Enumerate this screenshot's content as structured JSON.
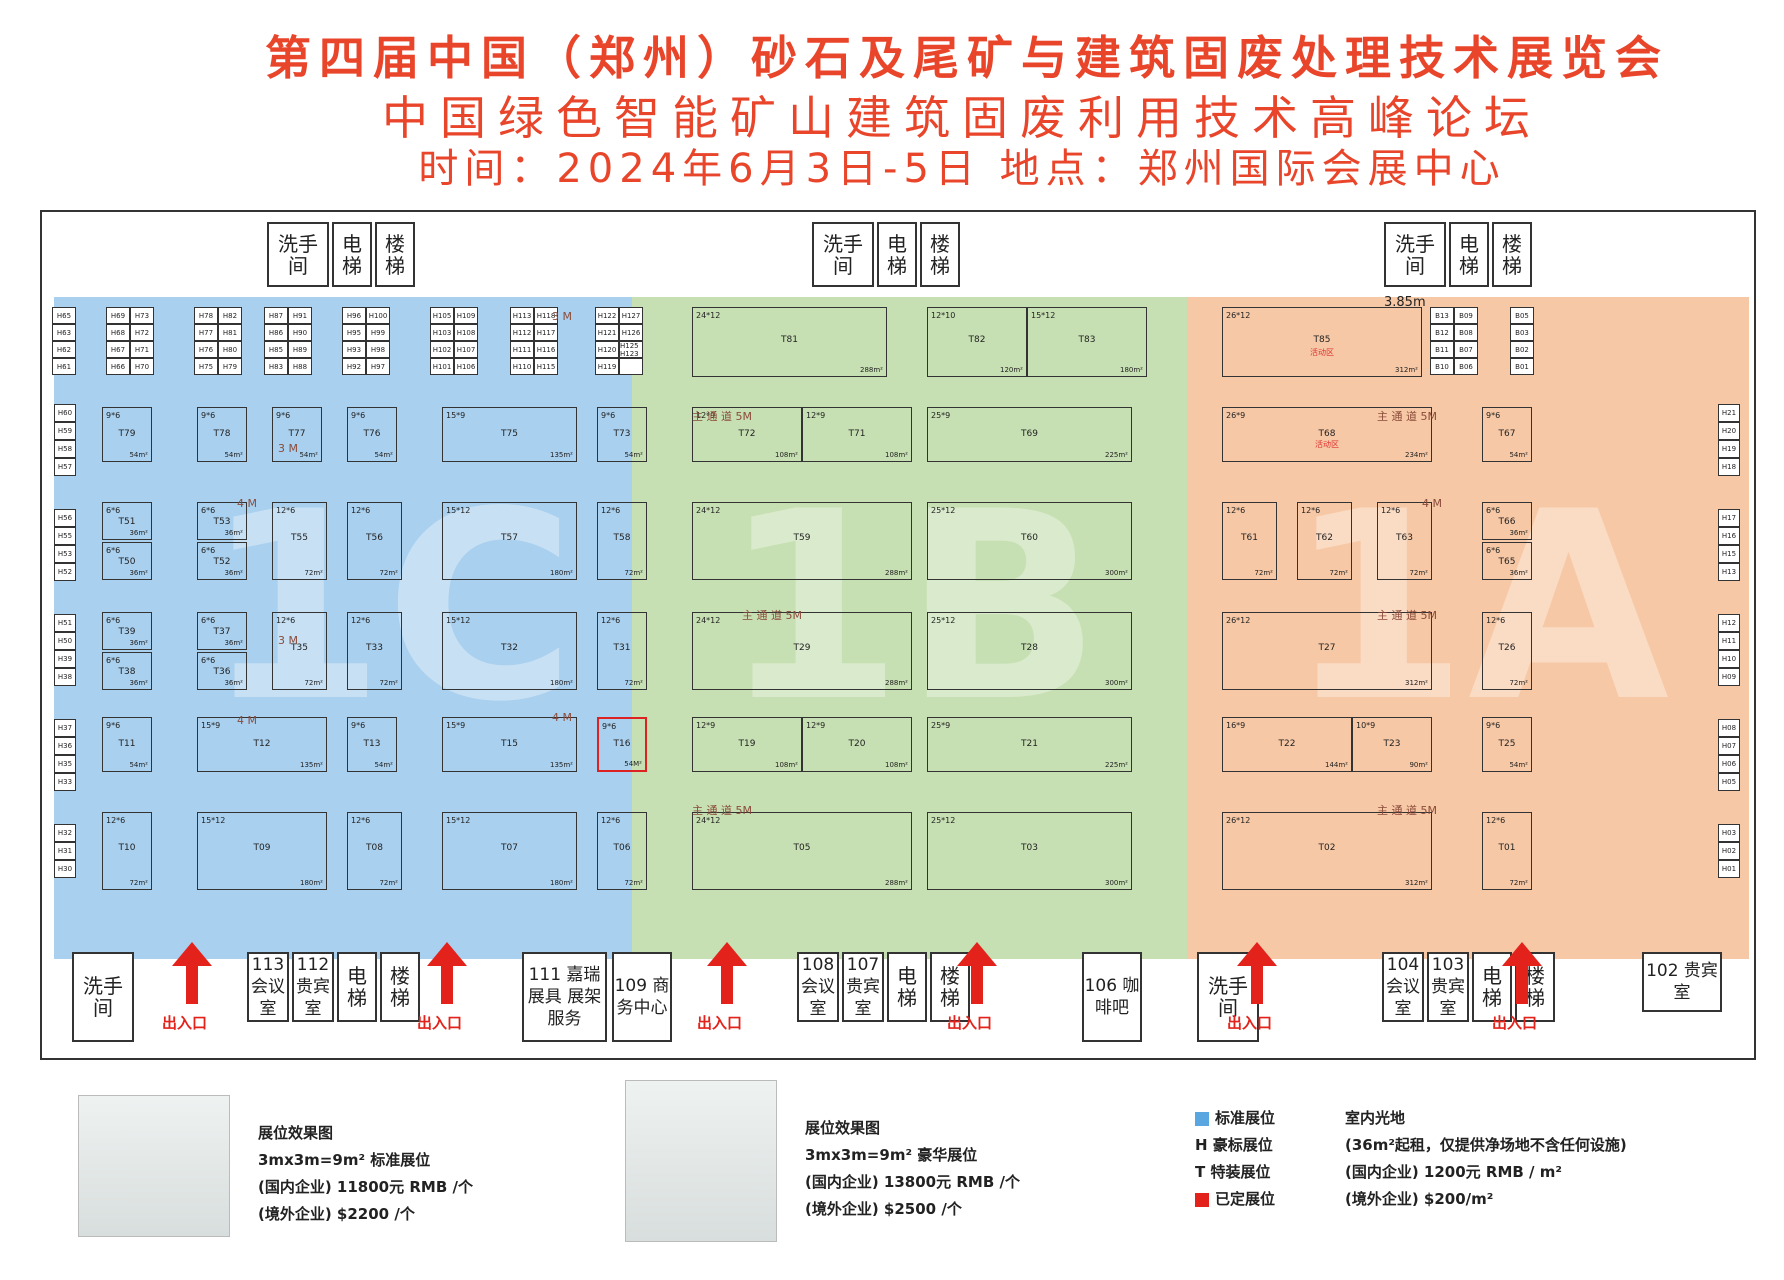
{
  "header": {
    "title": "第四届中国（郑州）砂石及尾矿与建筑固废处理技术展览会",
    "subtitle": "中国绿色智能矿山建筑固废利用技术高峰论坛",
    "datetime": "时间：2024年6月3日-5日  地点：郑州国际会展中心"
  },
  "zones": {
    "c": "1C",
    "b": "1B",
    "a": "1A"
  },
  "rooms": {
    "top_restroom": "洗手间",
    "elevator": "电梯",
    "stairs": "楼梯",
    "r113": "113 会议室",
    "r112": "112 贵宾室",
    "r111": "111 嘉瑞展具 展架服务",
    "r109": "109 商务中心",
    "r108": "108 会议室",
    "r107": "107 贵宾室",
    "r106": "106 咖啡吧",
    "r104": "104 会议室",
    "r103": "103 贵宾室",
    "r102": "102 贵宾室",
    "exit": "出入口"
  },
  "height_mark": "3.85m",
  "booths": [
    {
      "id": "T81",
      "size": "24*12",
      "area": "288m²"
    },
    {
      "id": "T82",
      "size": "12*10",
      "area": "120m²"
    },
    {
      "id": "T83",
      "size": "15*12",
      "area": "180m²"
    },
    {
      "id": "T85",
      "size": "26*12",
      "area": "312m²",
      "note": "活动区"
    },
    {
      "id": "T79",
      "size": "9*6",
      "area": "54m²"
    },
    {
      "id": "T78",
      "size": "9*6",
      "area": "54m²"
    },
    {
      "id": "T77",
      "size": "9*6",
      "area": "54m²"
    },
    {
      "id": "T76",
      "size": "9*6",
      "area": "54m²"
    },
    {
      "id": "T75",
      "size": "15*9",
      "area": "135m²"
    },
    {
      "id": "T73",
      "size": "9*6",
      "area": "54m²"
    },
    {
      "id": "T72",
      "size": "12*9",
      "area": "108m²"
    },
    {
      "id": "T71",
      "size": "12*9",
      "area": "108m²"
    },
    {
      "id": "T69",
      "size": "25*9",
      "area": "225m²"
    },
    {
      "id": "T68",
      "size": "26*9",
      "area": "234m²",
      "note": "活动区"
    },
    {
      "id": "T67",
      "size": "9*6",
      "area": "54m²"
    },
    {
      "id": "T51",
      "size": "6*6",
      "area": "36m²"
    },
    {
      "id": "T50",
      "size": "6*6",
      "area": "36m²"
    },
    {
      "id": "T53",
      "size": "6*6",
      "area": "36m²"
    },
    {
      "id": "T52",
      "size": "6*6",
      "area": "36m²"
    },
    {
      "id": "T55",
      "size": "12*6",
      "area": "72m²"
    },
    {
      "id": "T56",
      "size": "12*6",
      "area": "72m²"
    },
    {
      "id": "T57",
      "size": "15*12",
      "area": "180m²"
    },
    {
      "id": "T58",
      "size": "12*6",
      "area": "72m²"
    },
    {
      "id": "T59",
      "size": "24*12",
      "area": "288m²"
    },
    {
      "id": "T60",
      "size": "25*12",
      "area": "300m²"
    },
    {
      "id": "T61",
      "size": "12*6",
      "area": "72m²"
    },
    {
      "id": "T62",
      "size": "12*6",
      "area": "72m²"
    },
    {
      "id": "T63",
      "size": "12*6",
      "area": "72m²"
    },
    {
      "id": "T66",
      "size": "6*6",
      "area": "36m²"
    },
    {
      "id": "T65",
      "size": "6*6",
      "area": "36m²"
    },
    {
      "id": "T39",
      "size": "6*6",
      "area": "36m²"
    },
    {
      "id": "T38",
      "size": "6*6",
      "area": "36m²"
    },
    {
      "id": "T37",
      "size": "6*6",
      "area": "36m²"
    },
    {
      "id": "T36",
      "size": "6*6",
      "area": "36m²"
    },
    {
      "id": "T35",
      "size": "12*6",
      "area": "72m²"
    },
    {
      "id": "T33",
      "size": "12*6",
      "area": "72m²"
    },
    {
      "id": "T32",
      "size": "15*12",
      "area": "180m²"
    },
    {
      "id": "T31",
      "size": "12*6",
      "area": "72m²"
    },
    {
      "id": "T29",
      "size": "24*12",
      "area": "288m²"
    },
    {
      "id": "T28",
      "size": "25*12",
      "area": "300m²"
    },
    {
      "id": "T27",
      "size": "26*12",
      "area": "312m²"
    },
    {
      "id": "T26",
      "size": "12*6",
      "area": "72m²"
    },
    {
      "id": "T11",
      "size": "9*6",
      "area": "54m²"
    },
    {
      "id": "T12",
      "size": "15*9",
      "area": "135m²"
    },
    {
      "id": "T13",
      "size": "9*6",
      "area": "54m²"
    },
    {
      "id": "T15",
      "size": "15*9",
      "area": "135m²"
    },
    {
      "id": "T16",
      "size": "9*6",
      "area": "54M²",
      "sold": true
    },
    {
      "id": "T19",
      "size": "12*9",
      "area": "108m²"
    },
    {
      "id": "T20",
      "size": "12*9",
      "area": "108m²"
    },
    {
      "id": "T21",
      "size": "25*9",
      "area": "225m²"
    },
    {
      "id": "T22",
      "size": "16*9",
      "area": "144m²"
    },
    {
      "id": "T23",
      "size": "10*9",
      "area": "90m²"
    },
    {
      "id": "T25",
      "size": "9*6",
      "area": "54m²"
    },
    {
      "id": "T10",
      "size": "12*6",
      "area": "72m²"
    },
    {
      "id": "T09",
      "size": "15*12",
      "area": "180m²"
    },
    {
      "id": "T08",
      "size": "12*6",
      "area": "72m²"
    },
    {
      "id": "T07",
      "size": "15*12",
      "area": "180m²"
    },
    {
      "id": "T06",
      "size": "12*6",
      "area": "72m²"
    },
    {
      "id": "T05",
      "size": "24*12",
      "area": "288m²"
    },
    {
      "id": "T03",
      "size": "25*12",
      "area": "300m²"
    },
    {
      "id": "T02",
      "size": "26*12",
      "area": "312m²"
    },
    {
      "id": "T01",
      "size": "12*6",
      "area": "72m²"
    }
  ],
  "h_booths": {
    "g1": [
      "H65",
      "H63",
      "H62",
      "H61"
    ],
    "g2": [
      "H69",
      "H73",
      "H68",
      "H72",
      "H67",
      "H71",
      "H66",
      "H70"
    ],
    "g3": [
      "H78",
      "H82",
      "H77",
      "H81",
      "H76",
      "H80",
      "H75",
      "H79"
    ],
    "g4": [
      "H87",
      "H91",
      "H86",
      "H90",
      "H85",
      "H89",
      "H83",
      "H88"
    ],
    "g5": [
      "H96",
      "H100",
      "H95",
      "H99",
      "H93",
      "H98",
      "H92",
      "H97"
    ],
    "g6": [
      "H105",
      "H109",
      "H103",
      "H108",
      "H102",
      "H107",
      "H101",
      "H106"
    ],
    "g7": [
      "H113",
      "H118",
      "H112",
      "H117",
      "H111",
      "H116",
      "H110",
      "H115"
    ],
    "g8": [
      "H122",
      "H127",
      "H121",
      "H126",
      "H120",
      "H125 H123",
      "H119",
      ""
    ],
    "g9": [
      "B13",
      "B09",
      "B12",
      "B08",
      "B11",
      "B07",
      "B10",
      "B06"
    ],
    "g10": [
      "B05",
      "B03",
      "B02",
      "B01"
    ],
    "left": [
      "H60",
      "H59",
      "H58",
      "H57",
      "H56",
      "H55",
      "H53",
      "H52",
      "H51",
      "H50",
      "H39",
      "H38",
      "H37",
      "H36",
      "H35",
      "H33",
      "H32",
      "H31",
      "H30"
    ],
    "right": [
      "H21",
      "H20",
      "H19",
      "H18",
      "H17",
      "H16",
      "H15",
      "H13",
      "H12",
      "H11",
      "H10",
      "H09",
      "H08",
      "H07",
      "H06",
      "H05",
      "H03",
      "H02",
      "H01"
    ]
  },
  "aisles": {
    "main": "主 通 道 5M",
    "main_v": "主\n通\n道\n5M",
    "m4": "4 M",
    "m3": "3 M",
    "m4b": "4M"
  },
  "legend": {
    "booth_effect": "展位效果图",
    "std_title": "3mx3m=9m² 标准展位",
    "std_domestic": "(国内企业) 11800元 RMB /个",
    "std_foreign": "(境外企业) $2200 /个",
    "lux_title": "3mx3m=9m² 豪华展位",
    "lux_domestic": "(国内企业) 13800元 RMB /个",
    "lux_foreign": "(境外企业) $2500 /个",
    "k_std": "标准展位",
    "k_h": "H 豪标展位",
    "k_t": "T 特装展位",
    "k_sold": "已定展位",
    "space_title": "室内光地",
    "space_note": "(36m²起租，仅提供净场地不含任何设施)",
    "space_domestic": "(国内企业) 1200元 RMB / m²",
    "space_foreign": "(境外企业) $200/m²"
  },
  "colors": {
    "zone_c": "#a9d0ef",
    "zone_b": "#c7e0b3",
    "zone_a": "#f7c8a5",
    "accent": "#e8452b",
    "sold": "#e3231b"
  }
}
